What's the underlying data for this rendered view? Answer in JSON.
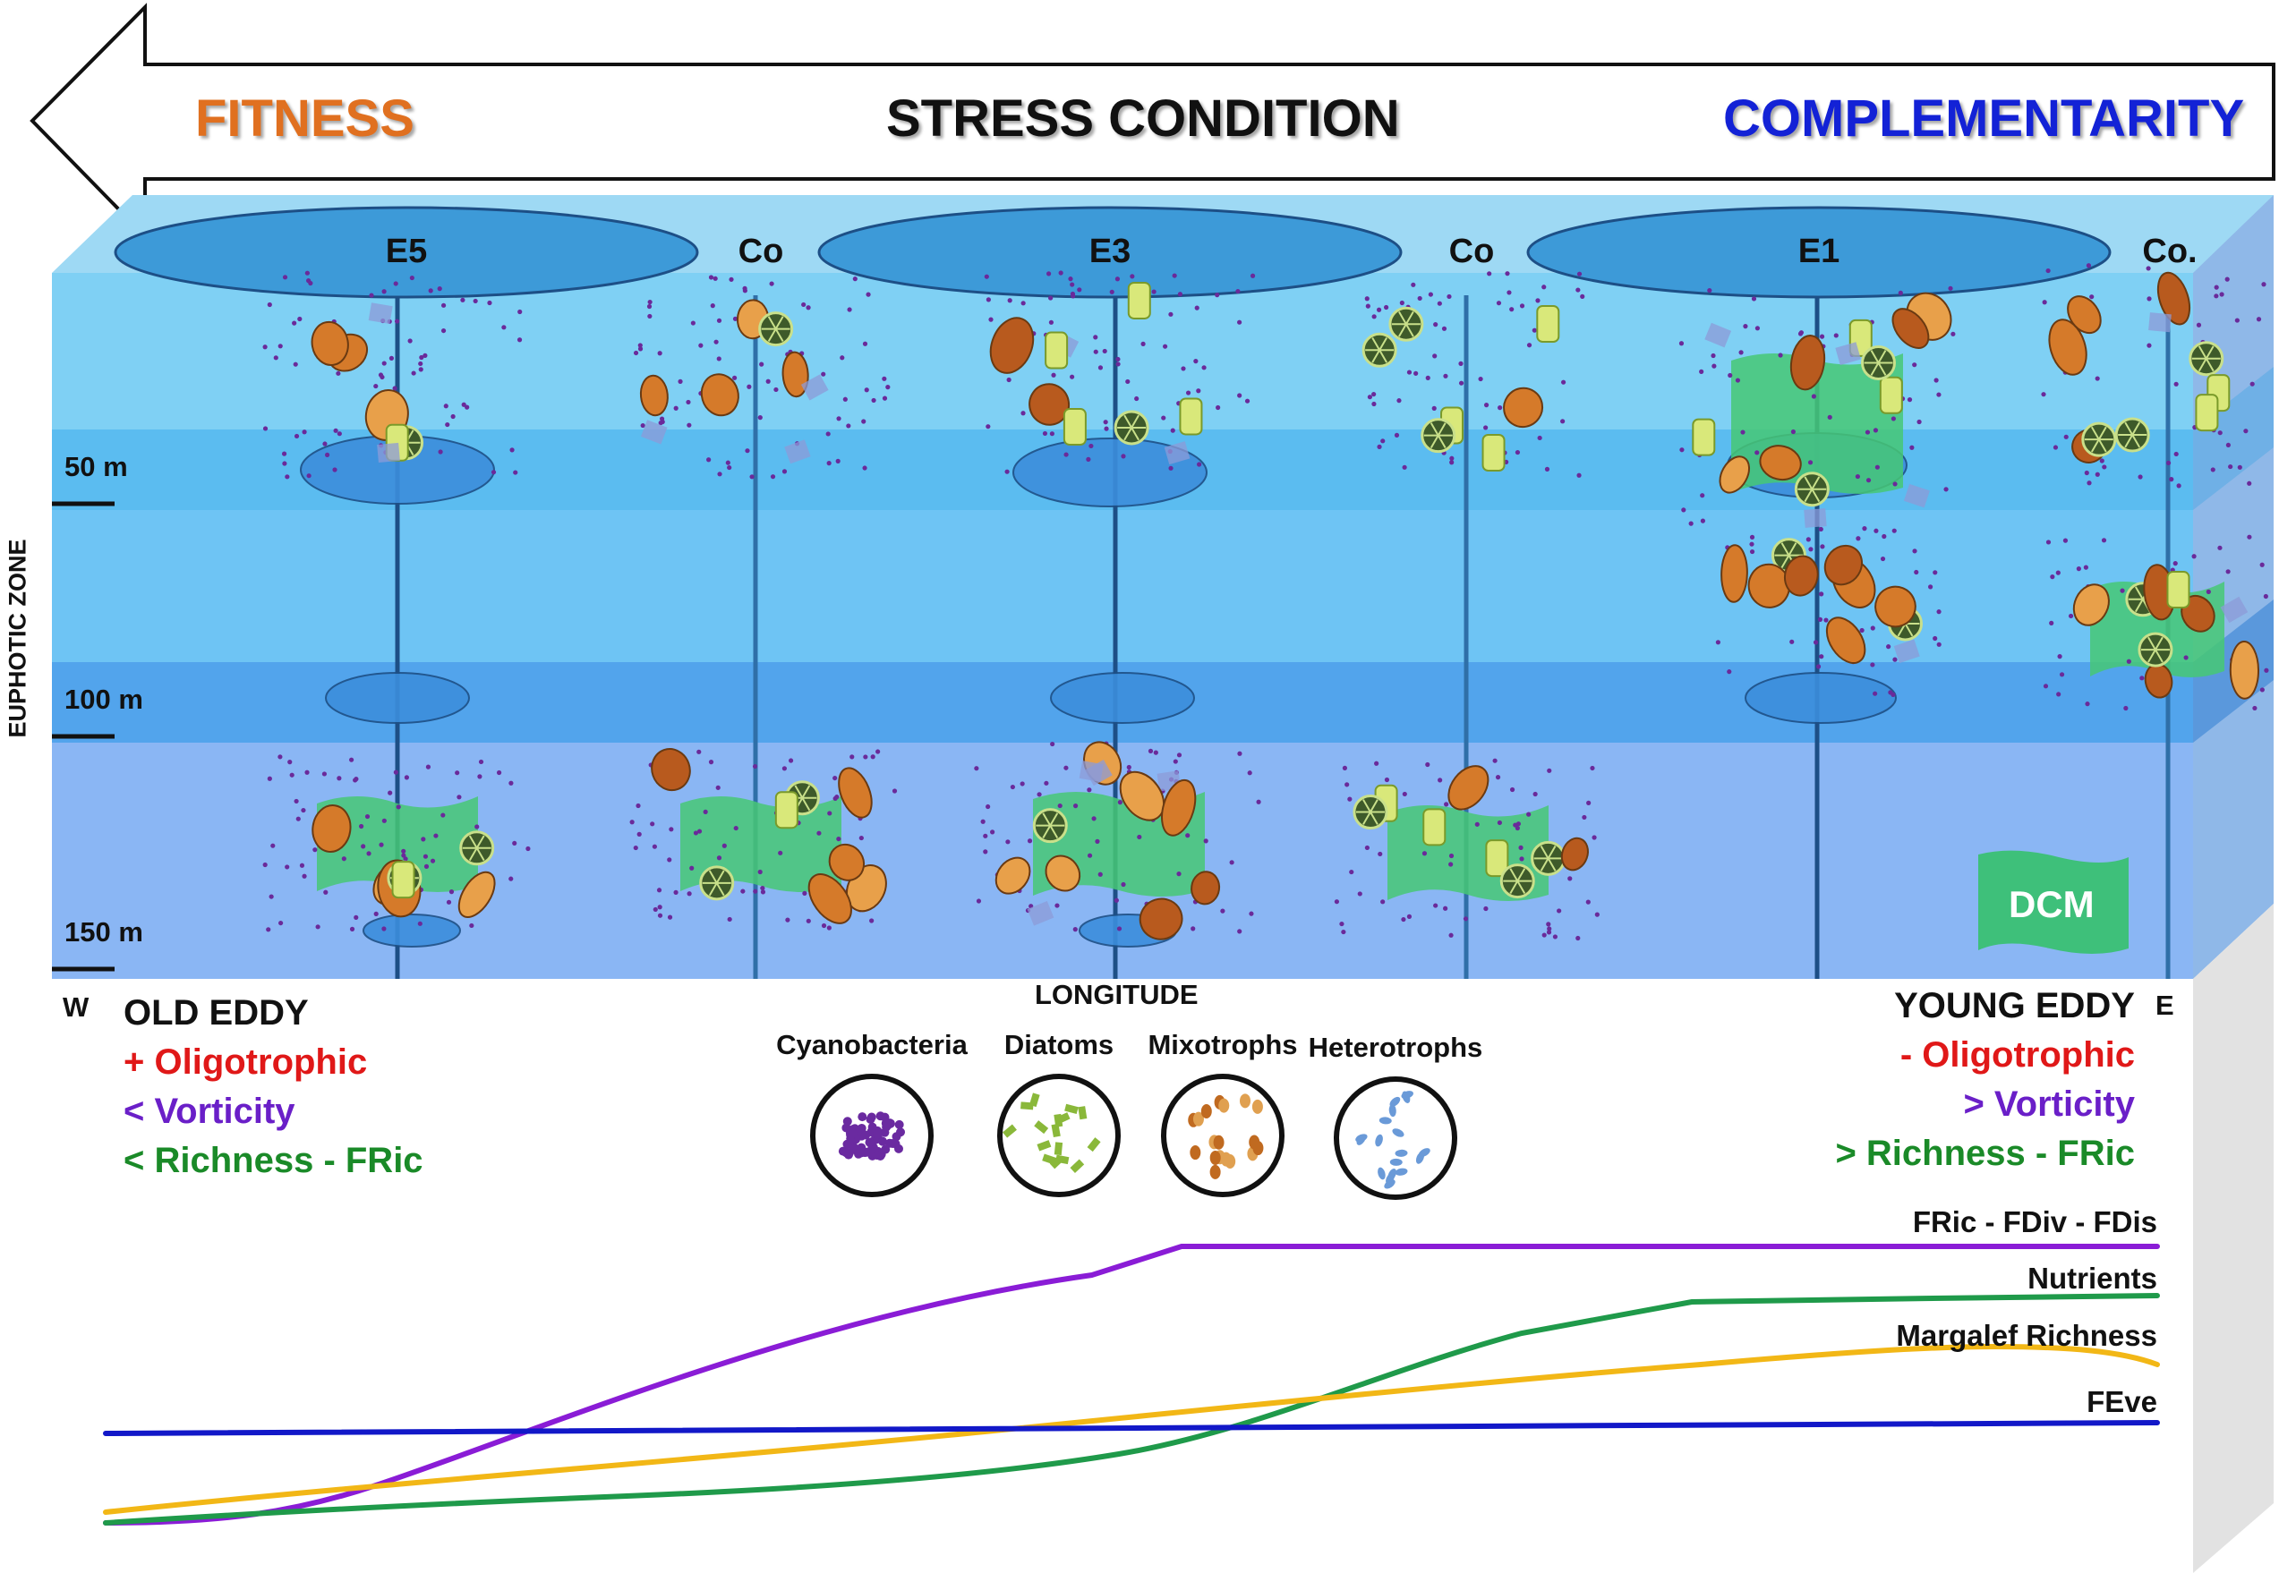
{
  "arrow": {
    "left_label": "FITNESS",
    "center_label": "STRESS CONDITION",
    "right_label": "COMPLEMENTARITY"
  },
  "stations": [
    "E5",
    "Co",
    "E3",
    "Co",
    "E1",
    "Co."
  ],
  "depth_axis": {
    "zone_label": "EUPHOTIC ZONE",
    "depths": [
      "50 m",
      "100 m",
      "150 m"
    ]
  },
  "dcm_label": "DCM",
  "longitude_axis": {
    "label": "LONGITUDE",
    "west": "W",
    "east": "E"
  },
  "old_eddy": {
    "title": "OLD EDDY",
    "lines": [
      "+ Oligotrophic",
      "< Vorticity",
      "< Richness - FRic"
    ]
  },
  "young_eddy": {
    "title": "YOUNG EDDY",
    "lines": [
      "- Oligotrophic",
      "> Vorticity",
      "> Richness - FRic"
    ]
  },
  "legend": [
    {
      "label": "Cyanobacteria",
      "icon": "cyanobacteria-cluster-icon"
    },
    {
      "label": "Diatoms",
      "icon": "diatoms-icon"
    },
    {
      "label": "Mixotrophs",
      "icon": "mixotrophs-icon"
    },
    {
      "label": "Heterotrophs",
      "icon": "heterotrophs-icon"
    }
  ],
  "trend_lines": [
    {
      "label": "FRic - FDiv - FDis",
      "color": "#8a1cd6"
    },
    {
      "label": "Nutrients",
      "color": "#1f9a4a"
    },
    {
      "label": "Margalef Richness",
      "color": "#f2b716"
    },
    {
      "label": "FEve",
      "color": "#1218c8"
    }
  ],
  "colors": {
    "fitness": "#e07020",
    "stress": "#111111",
    "complementarity": "#1322d6",
    "plus": "#e01818",
    "vorticity": "#6a1fc8",
    "richness": "#1a8a28",
    "dcm": "#3ec07a"
  }
}
